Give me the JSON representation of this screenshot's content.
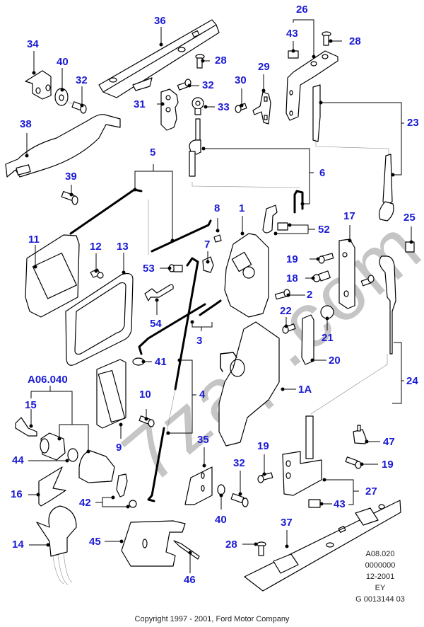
{
  "diagram": {
    "title": "Door lock and handle components exploded view",
    "label_color": "#1a1ad6",
    "line_color": "#000000",
    "callouts": [
      {
        "id": "36",
        "label": "36"
      },
      {
        "id": "26",
        "label": "26"
      },
      {
        "id": "34",
        "label": "34"
      },
      {
        "id": "43a",
        "label": "43"
      },
      {
        "id": "28a",
        "label": "28"
      },
      {
        "id": "40a",
        "label": "40"
      },
      {
        "id": "28b",
        "label": "28"
      },
      {
        "id": "32a",
        "label": "32"
      },
      {
        "id": "30",
        "label": "30"
      },
      {
        "id": "29",
        "label": "29"
      },
      {
        "id": "32b",
        "label": "32"
      },
      {
        "id": "31",
        "label": "31"
      },
      {
        "id": "33",
        "label": "33"
      },
      {
        "id": "23",
        "label": "23"
      },
      {
        "id": "38",
        "label": "38"
      },
      {
        "id": "5",
        "label": "5"
      },
      {
        "id": "6",
        "label": "6"
      },
      {
        "id": "39",
        "label": "39"
      },
      {
        "id": "8",
        "label": "8"
      },
      {
        "id": "1",
        "label": "1"
      },
      {
        "id": "17",
        "label": "17"
      },
      {
        "id": "25",
        "label": "25"
      },
      {
        "id": "52",
        "label": "52"
      },
      {
        "id": "11",
        "label": "11"
      },
      {
        "id": "12",
        "label": "12"
      },
      {
        "id": "13",
        "label": "13"
      },
      {
        "id": "7",
        "label": "7"
      },
      {
        "id": "19a",
        "label": "19"
      },
      {
        "id": "53",
        "label": "53"
      },
      {
        "id": "18",
        "label": "18"
      },
      {
        "id": "2",
        "label": "2"
      },
      {
        "id": "54",
        "label": "54"
      },
      {
        "id": "22",
        "label": "22"
      },
      {
        "id": "21",
        "label": "21"
      },
      {
        "id": "3",
        "label": "3"
      },
      {
        "id": "20",
        "label": "20"
      },
      {
        "id": "41",
        "label": "41"
      },
      {
        "id": "A06",
        "label": "A06.040"
      },
      {
        "id": "1A",
        "label": "1A"
      },
      {
        "id": "24",
        "label": "24"
      },
      {
        "id": "10",
        "label": "10"
      },
      {
        "id": "4",
        "label": "4"
      },
      {
        "id": "15",
        "label": "15"
      },
      {
        "id": "9",
        "label": "9"
      },
      {
        "id": "47",
        "label": "47"
      },
      {
        "id": "35",
        "label": "35"
      },
      {
        "id": "44",
        "label": "44"
      },
      {
        "id": "19b",
        "label": "19"
      },
      {
        "id": "32c",
        "label": "32"
      },
      {
        "id": "19c",
        "label": "19"
      },
      {
        "id": "16",
        "label": "16"
      },
      {
        "id": "27",
        "label": "27"
      },
      {
        "id": "42",
        "label": "42"
      },
      {
        "id": "43b",
        "label": "43"
      },
      {
        "id": "40b",
        "label": "40"
      },
      {
        "id": "37",
        "label": "37"
      },
      {
        "id": "14",
        "label": "14"
      },
      {
        "id": "45",
        "label": "45"
      },
      {
        "id": "28c",
        "label": "28"
      },
      {
        "id": "46",
        "label": "46"
      }
    ]
  },
  "info_block": {
    "lines": [
      "A08.020",
      "0000000",
      "12-2001",
      "EY",
      "G 0013144 03"
    ]
  },
  "watermark": "7zap.com",
  "copyright": "Copyright 1997 - 2001, Ford Motor Company"
}
